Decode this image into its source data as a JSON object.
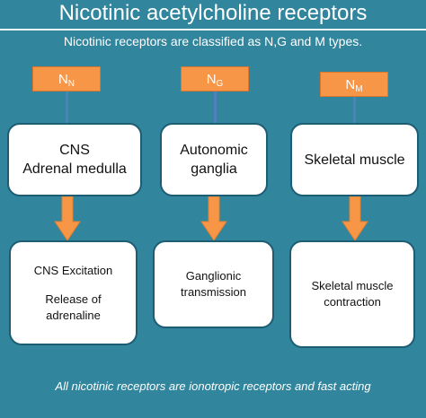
{
  "title": "Nicotinic acetylcholine receptors",
  "subtitle": "Nicotinic receptors are classified as N,G and M types.",
  "columns": [
    {
      "tag": {
        "base": "N",
        "sub": "N"
      },
      "site_lines": [
        "CNS",
        "Adrenal medulla"
      ],
      "effect_lines": [
        "CNS Excitation",
        "Release of",
        "adrenaline"
      ]
    },
    {
      "tag": {
        "base": "N",
        "sub": "G"
      },
      "site_lines": [
        "Autonomic",
        "ganglia"
      ],
      "effect_lines": [
        "Ganglionic",
        "transmission"
      ]
    },
    {
      "tag": {
        "base": "N",
        "sub": "M"
      },
      "site_lines": [
        "Skeletal muscle"
      ],
      "effect_lines": [
        "Skeletal muscle",
        "contraction"
      ]
    }
  ],
  "footnote": "All nicotinic receptors are ionotropic receptors and fast acting",
  "colors": {
    "background": "#31859c",
    "tag_fill": "#f79646",
    "arrow_fill": "#f79646",
    "connector": "#4f81bd",
    "box_border": "#1d5d73"
  }
}
